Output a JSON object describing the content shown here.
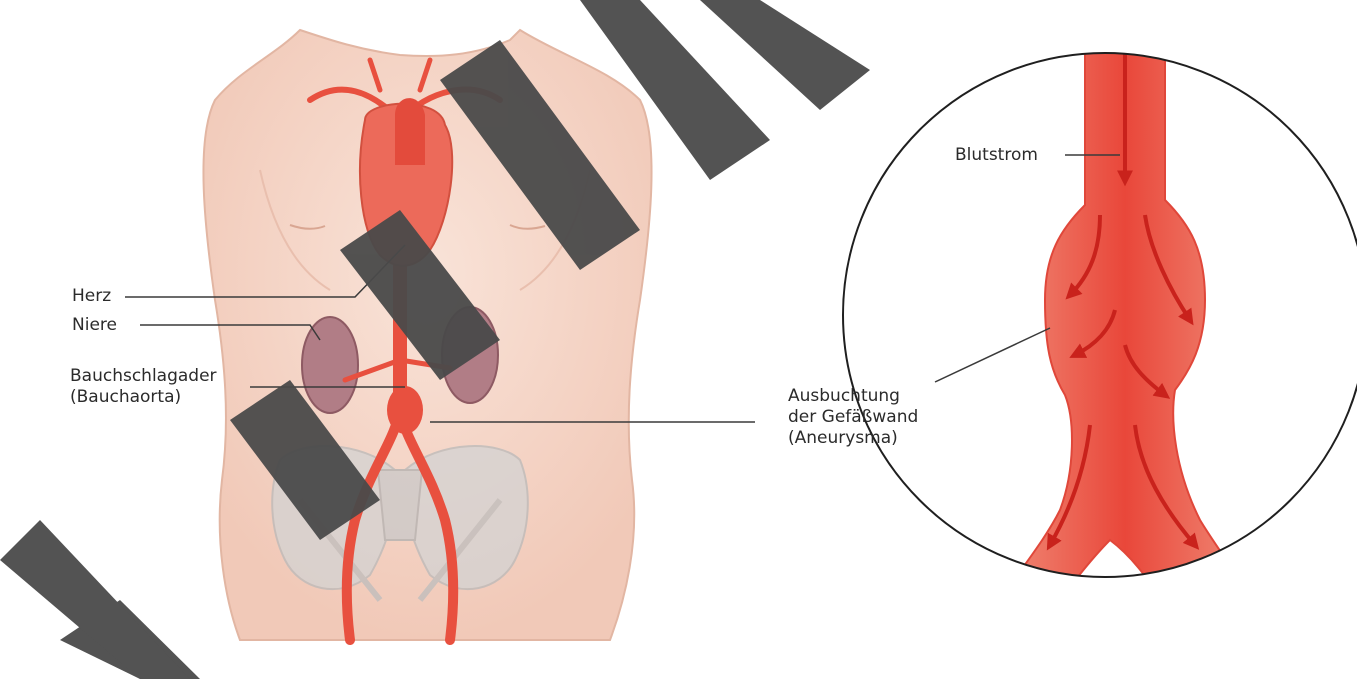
{
  "labels": {
    "herz": "Herz",
    "niere": "Niere",
    "aorta_line1": "Bauchschlagader",
    "aorta_line2": "(Bauchaorta)",
    "blutstrom": "Blutstrom",
    "aneurysm_line1": "Ausbuchtung",
    "aneurysm_line2": "der Gefäßwand",
    "aneurysm_line3": "(Aneurysma)"
  },
  "watermark": {
    "text": "TESTVE",
    "color": "#4a4a4a"
  },
  "colors": {
    "skin": "#f6d9cc",
    "skin_outline": "#e2b6a3",
    "artery": "#e8503f",
    "heart": "#ec6a5a",
    "kidney": "#a8707a",
    "bone": "#cfcfcf",
    "vessel_light": "#f6a48f",
    "vessel_dark": "#e8473a",
    "arrow": "#c9221c"
  }
}
